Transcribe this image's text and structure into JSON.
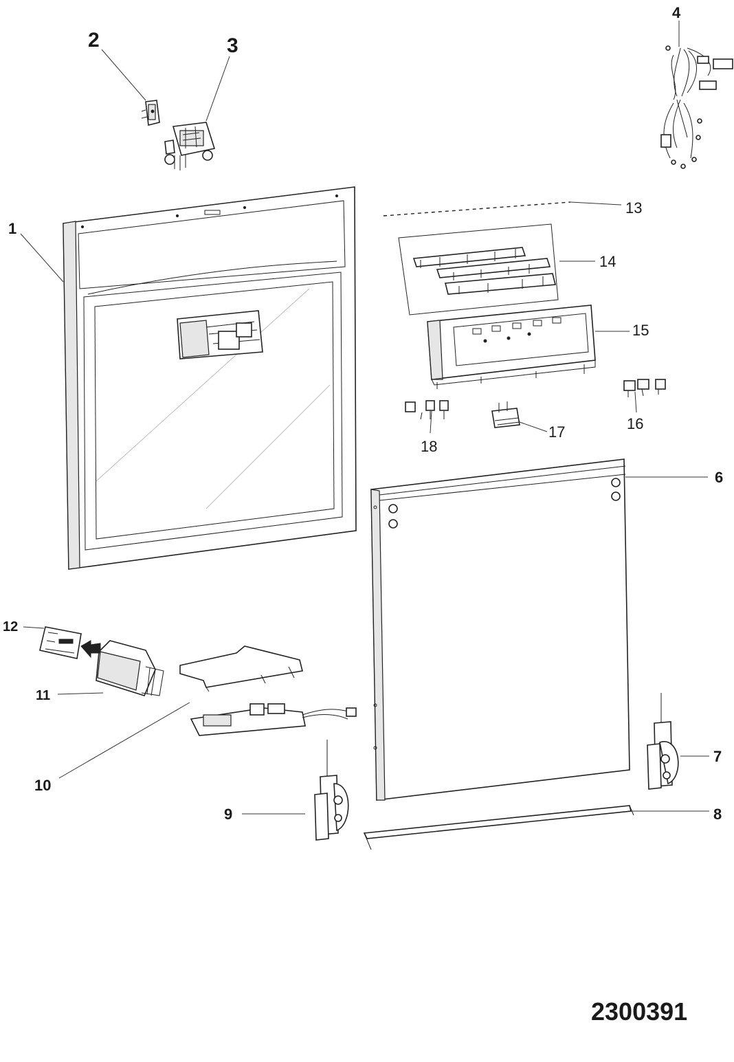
{
  "drawing_number": "2300391",
  "callouts": {
    "c1": "1",
    "c2": "2",
    "c3": "3",
    "c4": "4",
    "c6": "6",
    "c7": "7",
    "c8": "8",
    "c9": "9",
    "c10": "10",
    "c11": "11",
    "c12": "12",
    "c13": "13",
    "c14": "14",
    "c15": "15",
    "c16": "16",
    "c17": "17",
    "c18": "18"
  }
}
